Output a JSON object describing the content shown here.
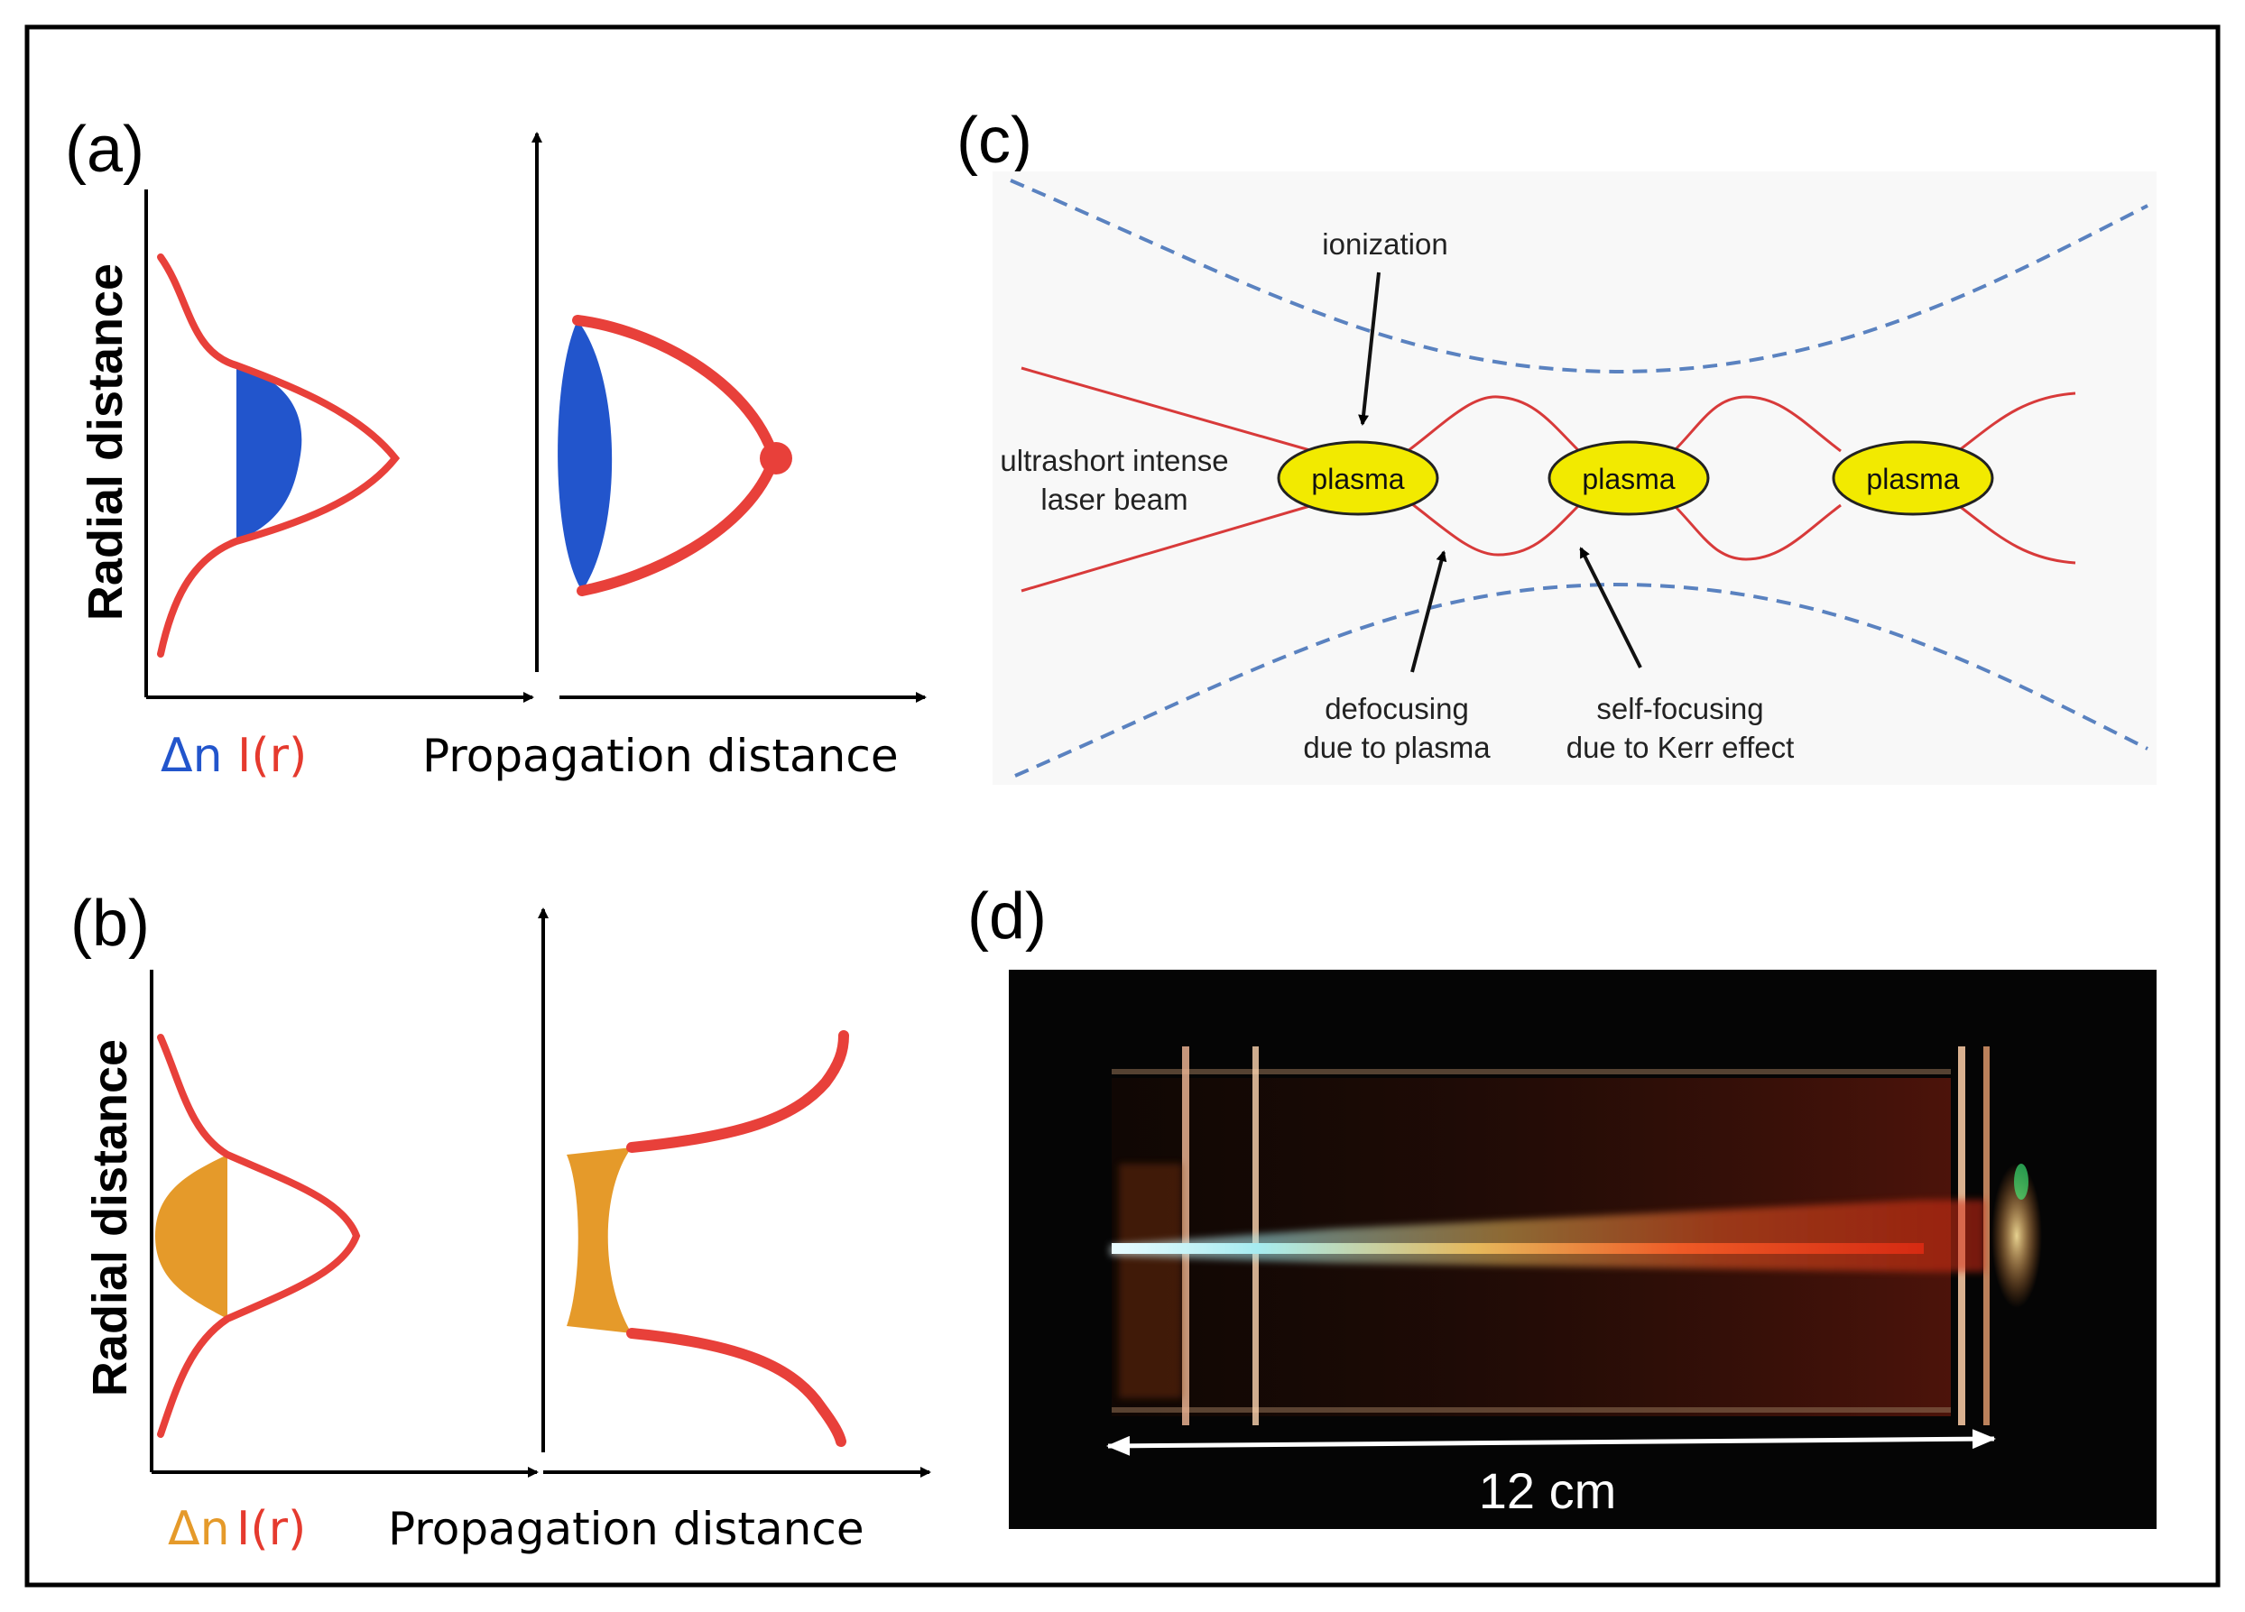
{
  "panel_a": {
    "label": "(a)",
    "y_axis_label": "Radial distance",
    "delta_n": "Δn",
    "intensity": "I(r)",
    "x_axis_label": "Propagation distance"
  },
  "panel_b": {
    "label": "(b)",
    "y_axis_label": "Radial distance",
    "delta_n": "Δn",
    "intensity": "I(r)",
    "x_axis_label": "Propagation distance"
  },
  "panel_c": {
    "label": "(c)",
    "ionization": "ionization",
    "beam_line1": "ultrashort intense",
    "beam_line2": "laser beam",
    "plasma": [
      "plasma",
      "plasma",
      "plasma"
    ],
    "defocus_line1": "defocusing",
    "defocus_line2": "due to plasma",
    "selffocus_line1": "self-focusing",
    "selffocus_line2": "due to Kerr effect"
  },
  "panel_d": {
    "label": "(d)",
    "scale": "12 cm"
  },
  "colors": {
    "curve_red": "#e8403a",
    "text_red": "#e53a2e",
    "delta_blue": "#2255cc",
    "delta_orange": "#e59a2a",
    "plasma_yellow": "#f2ea00",
    "dashed_blue": "#5a82c0",
    "photo_bg": "#050505"
  }
}
